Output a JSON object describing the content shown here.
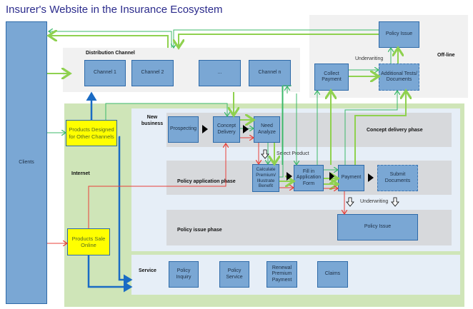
{
  "title": "Insurer's Website in the Insurance Ecosystem",
  "clients": {
    "label": "Clients"
  },
  "distribution": {
    "label": "Distribution Channel",
    "channels": [
      "Channel 1",
      "Channel 2",
      "...",
      "Channel n"
    ]
  },
  "offline": {
    "label": "Off-line",
    "policy_issue": "Policy Issue",
    "collect_payment": "Collect Payment",
    "additional_tests": "Additional Tests/ Documents",
    "underwriting": "Underwriting"
  },
  "internet": {
    "label": "Internet",
    "products_other_channels": "Products Designed for Other Channels",
    "products_sale_online": "Products Sale Online"
  },
  "new_business": {
    "label": "New business",
    "concept_phase": {
      "label": "Concept delivery  phase",
      "steps": [
        "Prospecting",
        "Concept Delivery",
        "Need Analyze"
      ]
    },
    "select_product": "Select Product",
    "application_phase": {
      "label": "Policy application phase",
      "steps": [
        "Calculate Premium/ Illustrate Benefit",
        "Fill in Application Form",
        "Payment",
        "Submit Documents"
      ]
    },
    "underwriting": "Underwriting",
    "issue_phase": {
      "label": "Policy issue phase",
      "policy_issue": "Policy Issue"
    }
  },
  "service": {
    "label": "Service",
    "items": [
      "Policy Inquiry",
      "Policy Service",
      "Renewal Premium Payment",
      "Claims"
    ]
  },
  "colors": {
    "box_fill": "#7aa7d4",
    "box_border": "#2e6aa8",
    "yellow": "#ffff00",
    "green_thin": "#3cb96a",
    "green_thick": "#8fd14f",
    "red": "#e8403a",
    "blue_thick": "#1a6bc4",
    "title": "#2b2b8c"
  }
}
